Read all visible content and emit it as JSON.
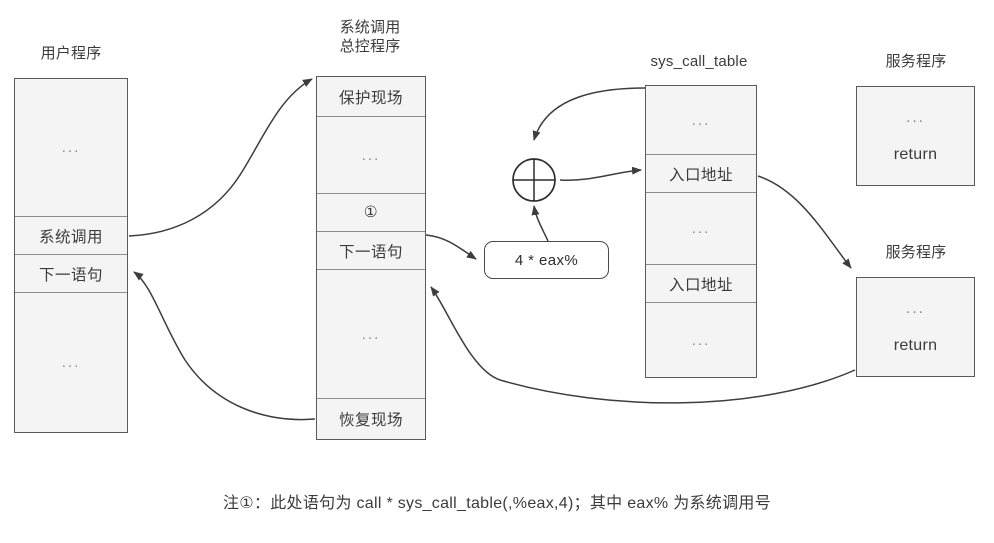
{
  "diagram": {
    "title_user_program": "用户程序",
    "title_syscall_dispatcher": "系统调用\n总控程序",
    "title_sys_call_table": "sys_call_table",
    "title_service_routine_top": "服务程序",
    "title_service_routine_bottom": "服务程序",
    "ellipsis": "...",
    "user_program_cells": [
      {
        "label": "...",
        "kind": "ellipsis"
      },
      {
        "label": "系统调用",
        "kind": "text"
      },
      {
        "label": "下一语句",
        "kind": "text"
      },
      {
        "label": "...",
        "kind": "ellipsis"
      }
    ],
    "dispatcher_cells": [
      {
        "label": "保护现场",
        "kind": "text"
      },
      {
        "label": "...",
        "kind": "ellipsis"
      },
      {
        "label": "①",
        "kind": "text"
      },
      {
        "label": "下一语句",
        "kind": "text"
      },
      {
        "label": "...",
        "kind": "ellipsis"
      },
      {
        "label": "恢复现场",
        "kind": "text"
      }
    ],
    "sys_call_table_cells": [
      {
        "label": "...",
        "kind": "ellipsis"
      },
      {
        "label": "入口地址",
        "kind": "text"
      },
      {
        "label": "...",
        "kind": "ellipsis"
      },
      {
        "label": "入口地址",
        "kind": "text"
      },
      {
        "label": "...",
        "kind": "ellipsis"
      }
    ],
    "service_routine_top_lines": [
      "...",
      "return"
    ],
    "service_routine_bottom_lines": [
      "...",
      "return"
    ],
    "offset_expression": "4 * eax%",
    "adder_symbol": "⊕",
    "caption": "注①：此处语句为  call * sys_call_table(,%eax,4)；其中 eax% 为系统调用号",
    "colors": {
      "box_fill": "#f4f4f4",
      "box_stroke": "#5a5a5a",
      "cell_divider": "#8c8c8c",
      "arrow": "#3d3d3d",
      "text": "#3b3b3b",
      "muted_text": "#8a8a8a",
      "background": "#ffffff"
    }
  }
}
